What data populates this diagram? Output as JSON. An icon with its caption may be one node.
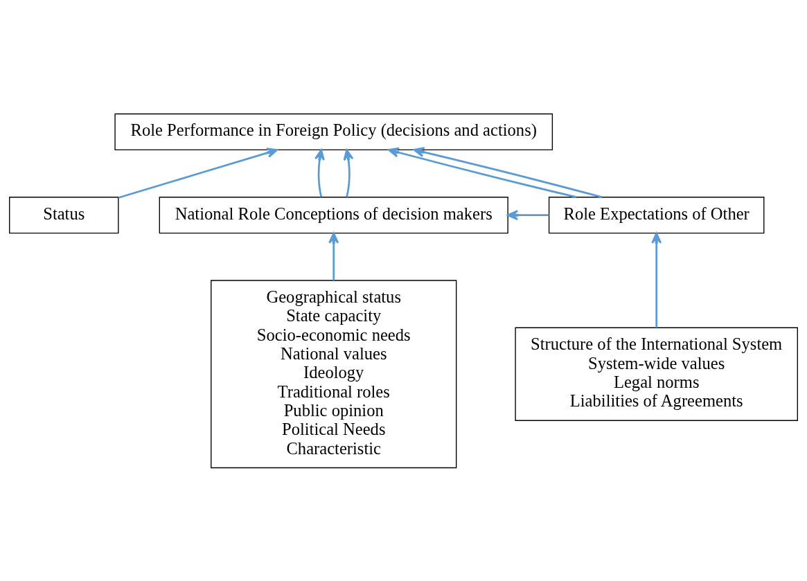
{
  "diagram": {
    "nodes": [
      {
        "text": [
          "Role Performance in Foreign Policy (decisions and actions)"
        ]
      },
      {
        "text": [
          "Status"
        ]
      },
      {
        "text": [
          "National Role Conceptions of decision makers"
        ]
      },
      {
        "text": [
          "Role Expectations of Other"
        ]
      },
      {
        "text": [
          "Geographical status",
          "State capacity",
          "Socio-economic needs",
          "National values",
          "Ideology",
          "Traditional roles",
          "Public opinion",
          "Political Needs",
          "Characteristic"
        ]
      },
      {
        "text": [
          "Structure of the International System",
          "System-wide values",
          "Legal norms",
          "Liabilities of Agreements"
        ]
      }
    ],
    "edges": [
      {
        "from": 2,
        "to": 0,
        "arrow": "to",
        "color": "#5b9bd5"
      },
      {
        "from": 2,
        "to": 0,
        "arrow": "to",
        "color": "#5b9bd5"
      },
      {
        "from": 3,
        "to": 0,
        "arrow": "to",
        "color": "#5b9bd5"
      },
      {
        "from": 3,
        "to": 0,
        "arrow": "to",
        "color": "#5b9bd5"
      },
      {
        "from": 3,
        "to": 2,
        "arrow": "to",
        "color": "#5b9bd5"
      },
      {
        "from": 1,
        "to": 0,
        "arrow": "to",
        "color": "#5b9bd5"
      },
      {
        "from": 4,
        "to": 2,
        "arrow": "to",
        "color": "#5b9bd5"
      },
      {
        "from": 5,
        "to": 3,
        "arrow": "to",
        "color": "#5b9bd5"
      }
    ]
  }
}
